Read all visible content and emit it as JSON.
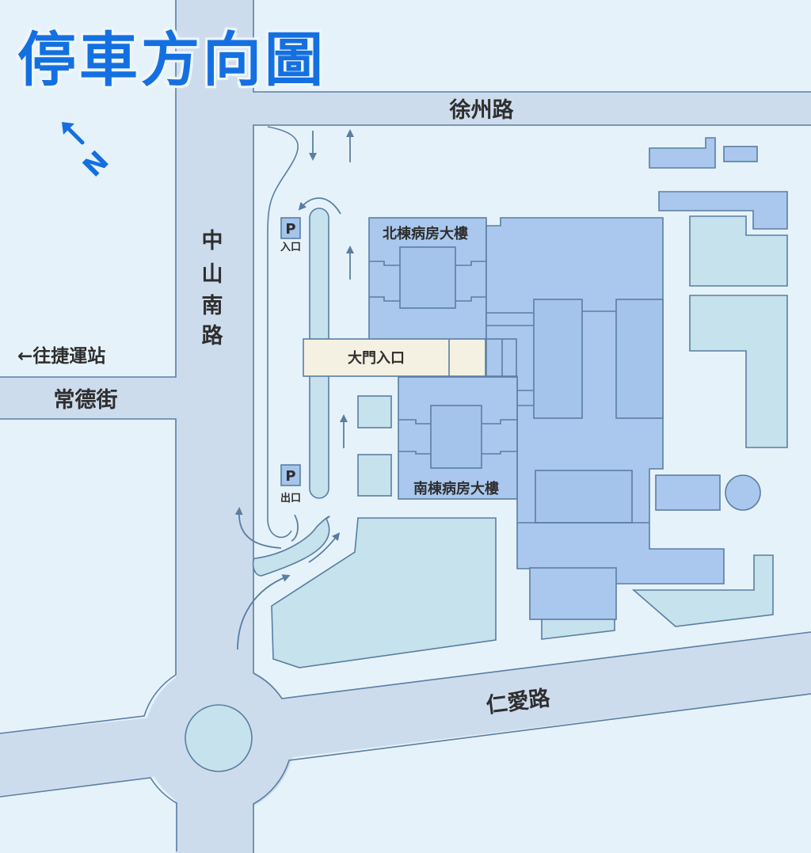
{
  "title": "停車方向圖",
  "compass": {
    "label": "N",
    "icon": "north-arrow-icon"
  },
  "roads": {
    "north": "徐州路",
    "west_vertical": "中山南路",
    "west_vertical_chars": [
      "中",
      "山",
      "南",
      "路"
    ],
    "west_horizontal": "常德街",
    "south": "仁愛路"
  },
  "directions": {
    "mrt": "←往捷運站"
  },
  "buildings": {
    "north_ward": "北棟病房大樓",
    "south_ward": "南棟病房大樓",
    "main_entrance": "大門入口"
  },
  "parking": [
    {
      "symbol": "P",
      "label": "入口"
    },
    {
      "symbol": "P",
      "label": "出口"
    }
  ],
  "colors": {
    "title": "#1470e0",
    "background": "#e6f2fa",
    "road": "#cddced",
    "building": "#aac8ee",
    "green_area": "#c5e2ed",
    "entrance": "#f5f1e2",
    "outline": "#5a7ea2"
  }
}
